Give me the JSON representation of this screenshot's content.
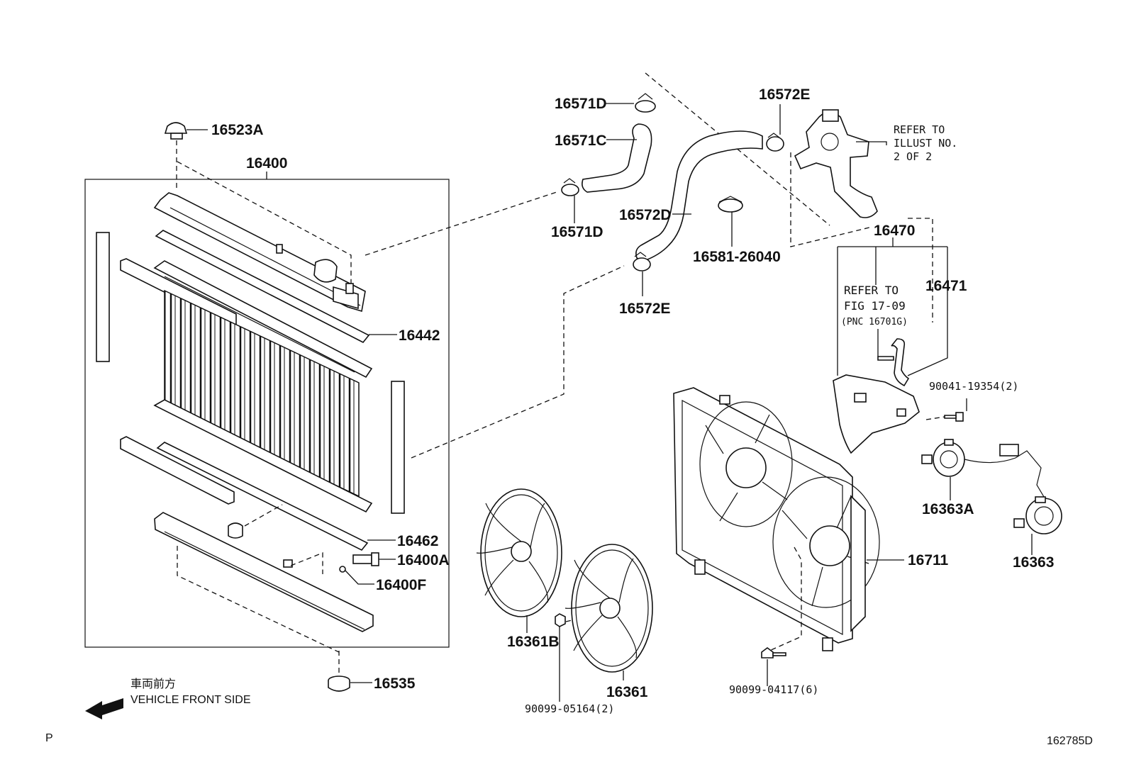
{
  "diagram": {
    "figure_number": "162785D",
    "corner_mark": "P",
    "direction": {
      "japanese": "車両前方",
      "english": "VEHICLE FRONT SIDE"
    },
    "parts": {
      "p16523A": "16523A",
      "p16400": "16400",
      "p16442": "16442",
      "p16462": "16462",
      "p16400A": "16400A",
      "p16400F": "16400F",
      "p16535": "16535",
      "p16571D_top": "16571D",
      "p16571C": "16571C",
      "p16571D_bottom": "16571D",
      "p16572E_top": "16572E",
      "p16572D": "16572D",
      "p16581": "16581-26040",
      "p16572E_bottom": "16572E",
      "p16470": "16470",
      "p16471": "16471",
      "p90041": "90041-19354(2)",
      "p16363A": "16363A",
      "p16363": "16363",
      "p16711": "16711",
      "p16361B": "16361B",
      "p16361": "16361",
      "p90099_05164": "90099-05164(2)",
      "p90099_04117": "90099-04117(6)"
    },
    "notes": {
      "refer_illust": [
        "REFER TO",
        "ILLUST NO.",
        "2 OF 2"
      ],
      "refer_fig": [
        "REFER TO",
        "FIG 17-09",
        "(PNC 16701G)"
      ]
    }
  }
}
